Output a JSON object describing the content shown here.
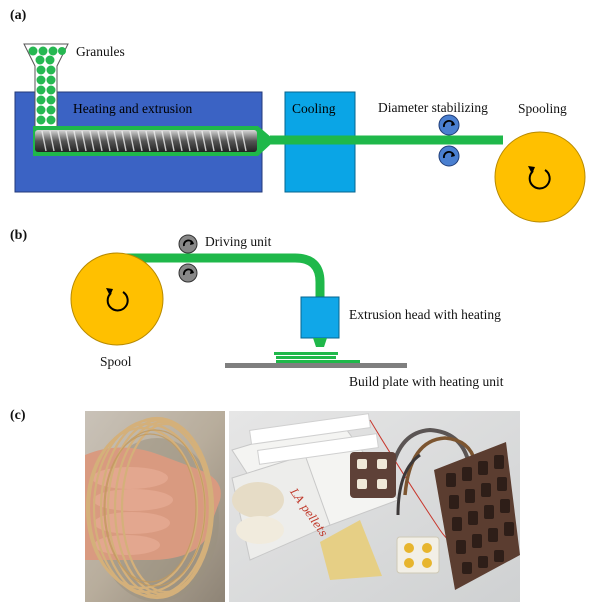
{
  "panels": {
    "a": {
      "label": "(a)"
    },
    "b": {
      "label": "(b)"
    },
    "c": {
      "label": "(c)"
    }
  },
  "extrusion": {
    "granules": "Granules",
    "heating": "Heating and extrusion",
    "cooling": "Cooling",
    "diameter": "Diameter stabilizing",
    "spooling": "Spooling"
  },
  "printing": {
    "driving": "Driving unit",
    "spool": "Spool",
    "head": "Extrusion head with heating",
    "plate": "Build plate with heating unit"
  },
  "photos": {
    "right_bag_label": "LA pellets"
  },
  "colors": {
    "filament": "#1fb84a",
    "heating_box": "#3b63c4",
    "cooling_box": "#0aa5e6",
    "spool": "#ffc000",
    "roller": "#4a7fd0",
    "extrusion_head": "#10a7e8",
    "build_plate": "#7f7f7f"
  }
}
